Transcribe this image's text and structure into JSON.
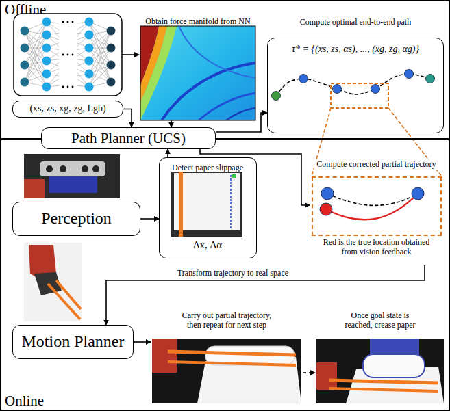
{
  "diagram": {
    "nodes": [
      {
        "text": [
          "Offline"
        ]
      },
      {
        "text": [
          "Obtain force manifold from NN"
        ],
        "in": 0
      },
      {
        "text": [
          "Compute optimal end-to-end path",
          "τ* = {(xs, zs, αs), ..., (xg, zg, αg)}"
        ],
        "in": 0
      },
      {
        "text": [
          "(xs, zs, xg, zg, Lgb)"
        ],
        "in": 0
      },
      {
        "text": [
          "Path Planner (UCS)"
        ]
      },
      {
        "text": [
          "Online"
        ]
      },
      {
        "text": [
          "Detect paper slippage",
          "Δx, Δα"
        ],
        "in": 5
      },
      {
        "text": [
          "Compute corrected partial trajectory",
          "Red is the true location obtained from vision feedback"
        ],
        "in": 5
      },
      {
        "text": [
          "Perception"
        ],
        "in": 5
      },
      {
        "text": [
          "Motion Planner"
        ],
        "in": 5
      },
      {
        "text": [
          "Carry out partial trajectory, then repeat for next step"
        ],
        "in": 5
      },
      {
        "text": [
          "Once goal state is reached, crease paper"
        ],
        "in": 5
      }
    ],
    "edges": [
      {
        "from": 1,
        "to": 4,
        "arrow": "to"
      },
      {
        "from": 3,
        "to": 4,
        "arrow": "to"
      },
      {
        "from": 4,
        "to": 2,
        "arrow": "to"
      },
      {
        "from": 8,
        "to": 6,
        "arrow": "to"
      },
      {
        "from": 6,
        "to": 4,
        "arrow": "to"
      },
      {
        "from": 4,
        "to": 7,
        "arrow": "to"
      },
      {
        "from": 7,
        "to": 9,
        "label": "Transform trajectory to real space",
        "arrow": "to"
      },
      {
        "from": 9,
        "to": 10,
        "arrow": "to"
      },
      {
        "from": 10,
        "to": 11,
        "arrow": "to"
      }
    ]
  }
}
